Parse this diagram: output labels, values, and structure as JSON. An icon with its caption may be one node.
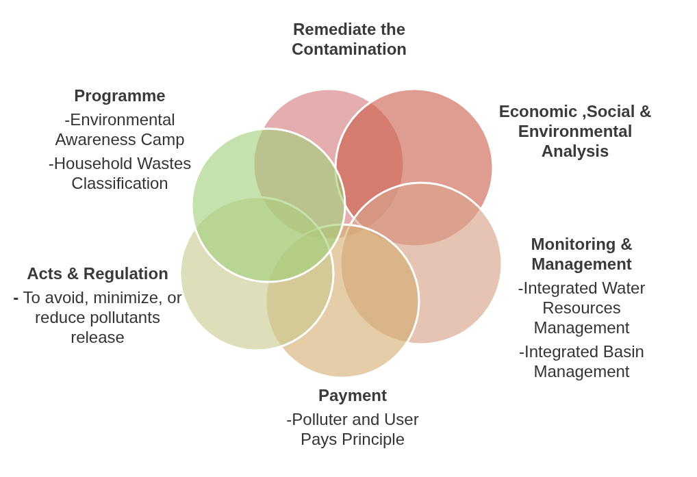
{
  "diagram": {
    "nodes": [
      {
        "text": [
          "Remediate the Contamination"
        ]
      },
      {
        "text": [
          "Economic ,Social & Environmental Analysis"
        ]
      },
      {
        "text": [
          "Monitoring & Management",
          "-Integrated Water Resources Management",
          "-Integrated Basin Management"
        ]
      },
      {
        "text": [
          "Payment",
          "-Polluter and User Pays Principle"
        ]
      },
      {
        "text": [
          "Acts & Regulation",
          "**-** To avoid, minimize, or reduce pollutants release"
        ]
      },
      {
        "text": [
          "Programme",
          "-Environmental Awareness Camp",
          "-Household Wastes Classification"
        ]
      }
    ]
  }
}
